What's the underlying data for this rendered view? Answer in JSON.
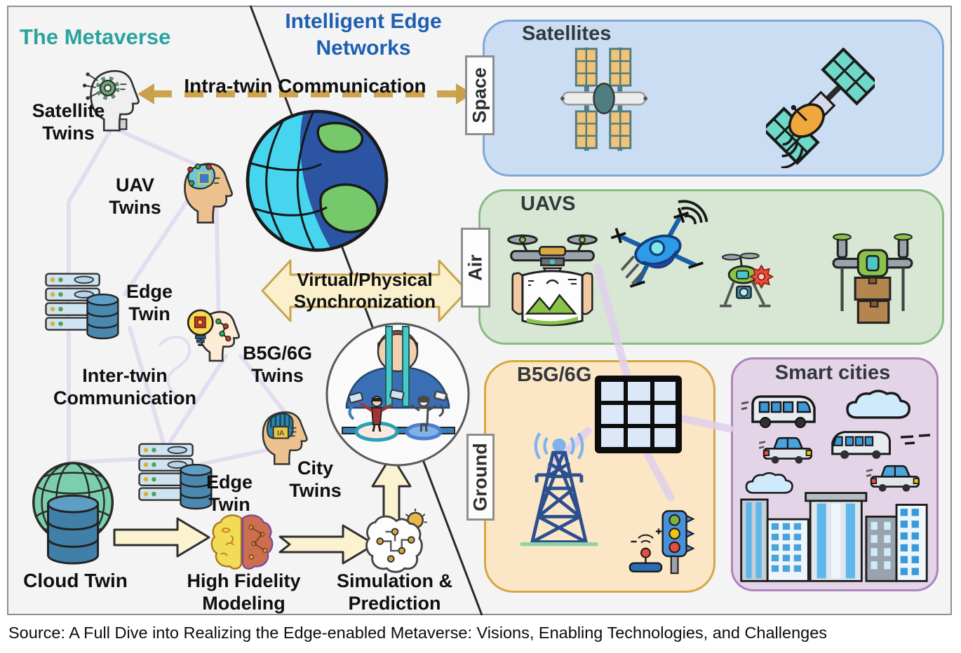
{
  "titles": {
    "metaverse": "The Metaverse",
    "edge_networks": "Intelligent Edge Networks"
  },
  "communications": {
    "intra_twin": "Intra-twin Communication",
    "inter_twin": "Inter-twin Communication",
    "sync": "Virtual/Physical Synchronization"
  },
  "twins": {
    "satellite": "Satellite Twins",
    "uav": "UAV Twins",
    "edge1": "Edge Twin",
    "b5g6g": "B5G/6G Twins",
    "edge2": "Edge Twin",
    "city": "City Twins",
    "cloud": "Cloud Twin"
  },
  "process": {
    "modeling": "High Fidelity Modeling",
    "simulation": "Simulation & Prediction"
  },
  "zones": {
    "space": "Space",
    "air": "Air",
    "ground": "Ground"
  },
  "panels": {
    "satellites": {
      "title": "Satellites"
    },
    "uavs": {
      "title": "UAVS"
    },
    "b5g6g": {
      "title": "B5G/6G"
    },
    "smart_cities": {
      "title": "Smart cities"
    }
  },
  "icons": {
    "city_chip_text": "IA"
  },
  "source": "Source: A Full Dive into Realizing the Edge-enabled Metaverse: Visions, Enabling Technologies, and Challenges",
  "colors": {
    "metaverse_title": "#2BA39C",
    "edge_title": "#1D5FB0",
    "gold_arrow": "#C9A44C",
    "cream_arrow_fill": "#FAF0CB",
    "twin_link_purple": "#E5DCF0",
    "beam_purple": "#E0D0EC",
    "satellites_panel": "#CBDDF2",
    "satellites_border": "#7FA8D9",
    "uavs_panel": "#D7E7D3",
    "uavs_border": "#87BC80",
    "b5g_panel": "#FBE6C5",
    "b5g_border": "#D6A843",
    "smart_panel": "#E3D4E7",
    "smart_border": "#AB84BB"
  }
}
